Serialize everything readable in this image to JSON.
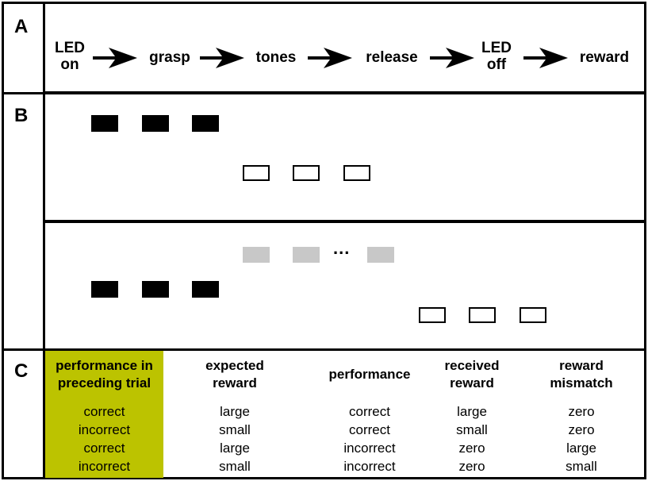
{
  "panels": {
    "a": "A",
    "b": "B",
    "c": "C"
  },
  "flow": [
    {
      "line1": "LED",
      "line2": "on"
    },
    {
      "line1": "grasp",
      "line2": ""
    },
    {
      "line1": "tones",
      "line2": ""
    },
    {
      "line1": "release",
      "line2": ""
    },
    {
      "line1": "LED",
      "line2": "off"
    },
    {
      "line1": "reward",
      "line2": ""
    }
  ],
  "ellipsis": "...",
  "table": {
    "headers": [
      [
        "performance in",
        "preceding trial"
      ],
      [
        "expected",
        "reward"
      ],
      [
        "performance",
        ""
      ],
      [
        "received",
        "reward"
      ],
      [
        "reward",
        "mismatch"
      ]
    ],
    "rows": [
      [
        "correct",
        "large",
        "correct",
        "large",
        "zero"
      ],
      [
        "incorrect",
        "small",
        "correct",
        "small",
        "zero"
      ],
      [
        "correct",
        "large",
        "incorrect",
        "zero",
        "large"
      ],
      [
        "incorrect",
        "small",
        "incorrect",
        "zero",
        "small"
      ]
    ]
  },
  "colors": {
    "highlight": "#bcc300",
    "grey_block": "#c8c8c8"
  }
}
